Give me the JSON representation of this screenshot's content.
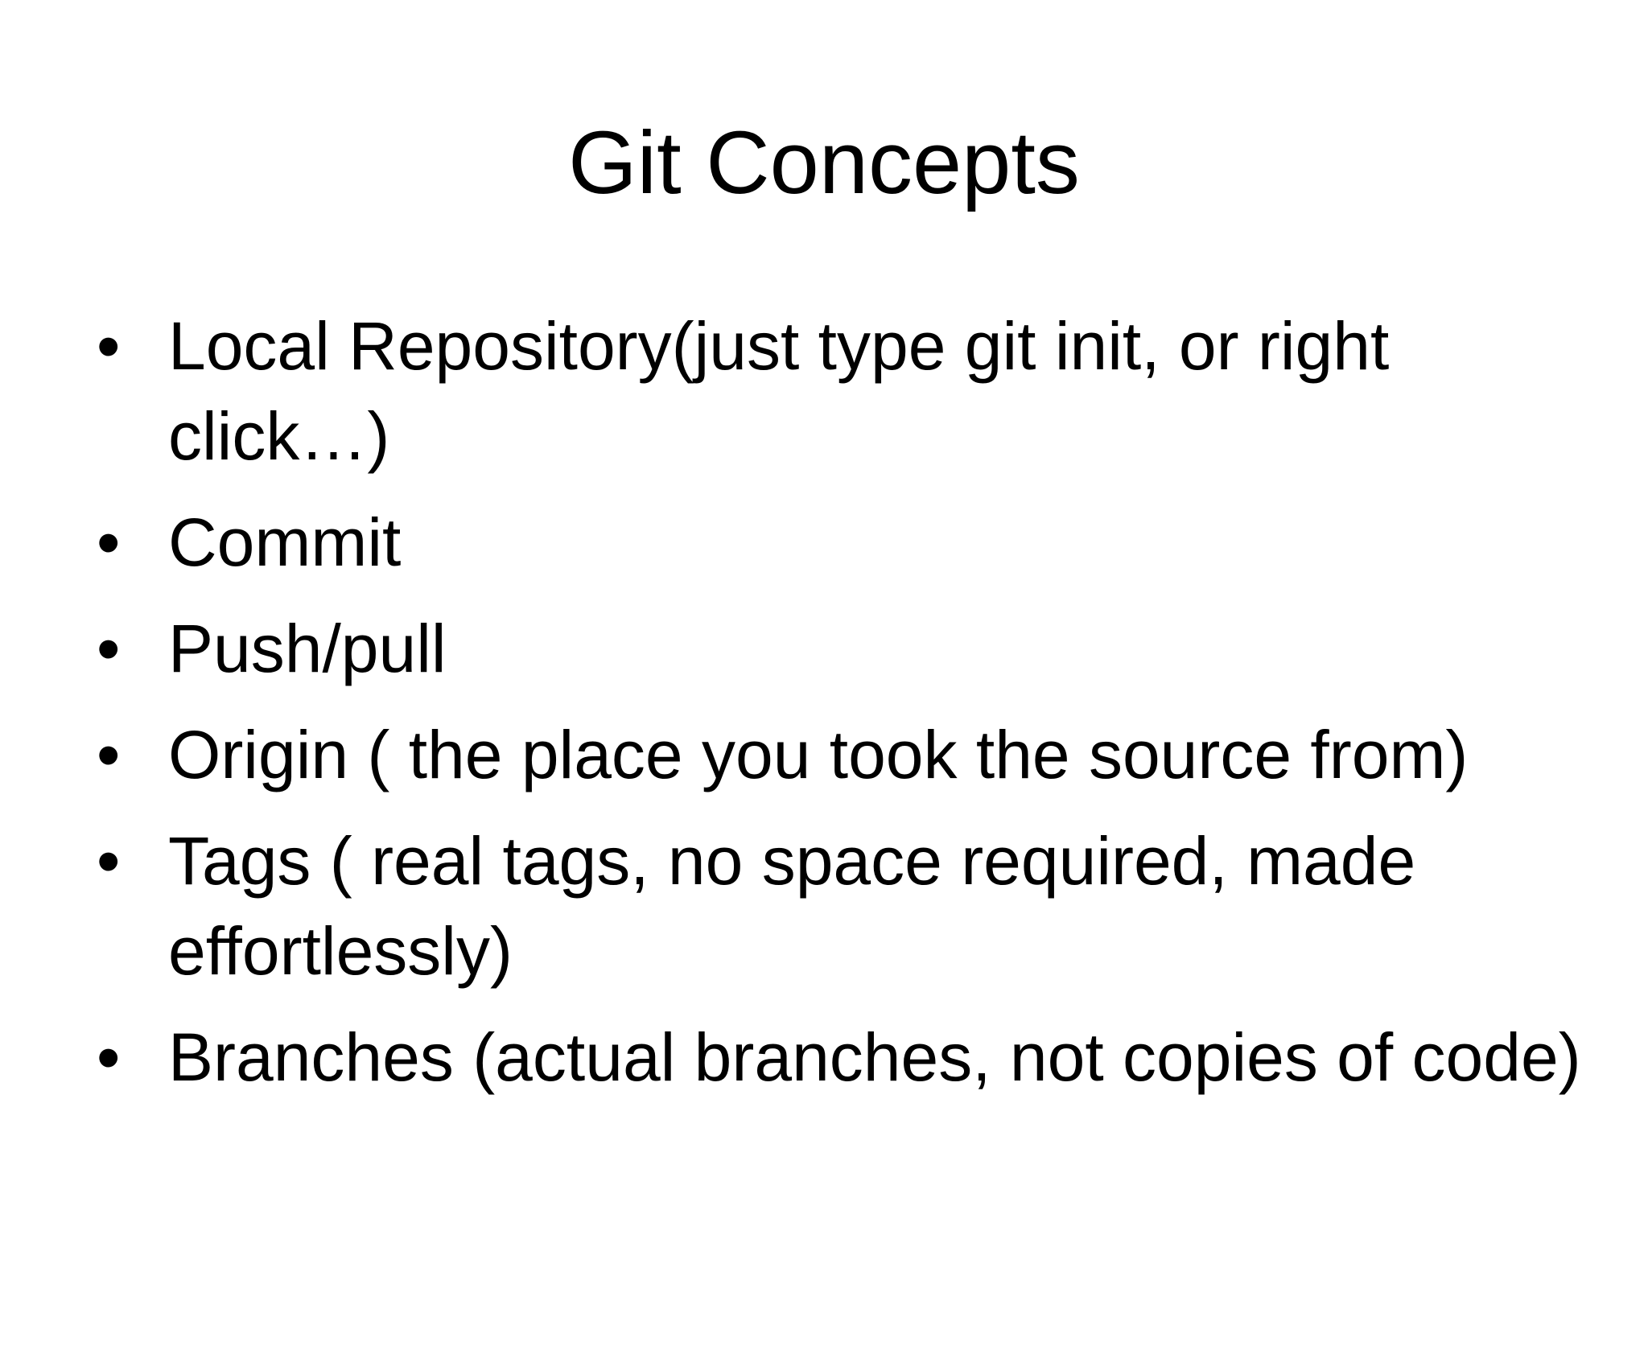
{
  "slide": {
    "title": "Git Concepts",
    "bullet_glyph": "•",
    "bullets": [
      "Local Repository(just type git init, or right click…)",
      "Commit",
      "Push/pull",
      "Origin ( the place you took the source from)",
      "Tags ( real tags, no space required, made effortlessly)",
      "Branches (actual branches, not copies of code)"
    ],
    "colors": {
      "background": "#ffffff",
      "text": "#000000"
    }
  }
}
